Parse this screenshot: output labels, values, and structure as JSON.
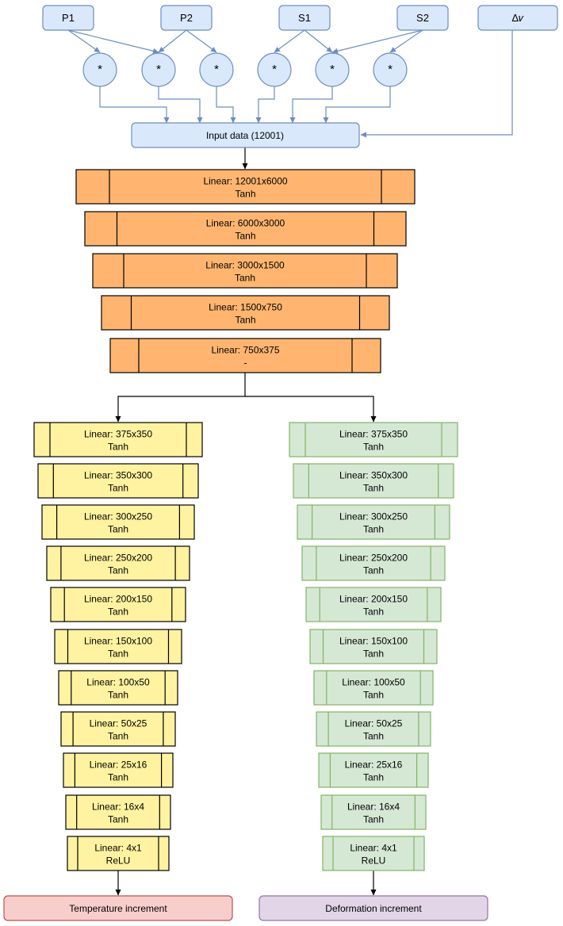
{
  "inputs": {
    "p1": "P1",
    "p2": "P2",
    "s1": "S1",
    "s2": "S2",
    "delta_nu": "Δ𝜈"
  },
  "conv_symbol": "*",
  "input_data": "Input data (12001)",
  "encoder": [
    {
      "line1": "Linear: 12001x6000",
      "line2": "Tanh"
    },
    {
      "line1": "Linear: 6000x3000",
      "line2": "Tanh"
    },
    {
      "line1": "Linear: 3000x1500",
      "line2": "Tanh"
    },
    {
      "line1": "Linear: 1500x750",
      "line2": "Tanh"
    },
    {
      "line1": "Linear: 750x375",
      "line2": "-"
    }
  ],
  "temperature_branch": [
    {
      "line1": "Linear: 375x350",
      "line2": "Tanh"
    },
    {
      "line1": "Linear: 350x300",
      "line2": "Tanh"
    },
    {
      "line1": "Linear: 300x250",
      "line2": "Tanh"
    },
    {
      "line1": "Linear: 250x200",
      "line2": "Tanh"
    },
    {
      "line1": "Linear: 200x150",
      "line2": "Tanh"
    },
    {
      "line1": "Linear: 150x100",
      "line2": "Tanh"
    },
    {
      "line1": "Linear: 100x50",
      "line2": "Tanh"
    },
    {
      "line1": "Linear: 50x25",
      "line2": "Tanh"
    },
    {
      "line1": "Linear: 25x16",
      "line2": "Tanh"
    },
    {
      "line1": "Linear: 16x4",
      "line2": "Tanh"
    },
    {
      "line1": "Linear: 4x1",
      "line2": "ReLU"
    }
  ],
  "deformation_branch": [
    {
      "line1": "Linear: 375x350",
      "line2": "Tanh"
    },
    {
      "line1": "Linear: 350x300",
      "line2": "Tanh"
    },
    {
      "line1": "Linear: 300x250",
      "line2": "Tanh"
    },
    {
      "line1": "Linear: 250x200",
      "line2": "Tanh"
    },
    {
      "line1": "Linear: 200x150",
      "line2": "Tanh"
    },
    {
      "line1": "Linear: 150x100",
      "line2": "Tanh"
    },
    {
      "line1": "Linear: 100x50",
      "line2": "Tanh"
    },
    {
      "line1": "Linear: 50x25",
      "line2": "Tanh"
    },
    {
      "line1": "Linear: 25x16",
      "line2": "Tanh"
    },
    {
      "line1": "Linear: 16x4",
      "line2": "Tanh"
    },
    {
      "line1": "Linear: 4x1",
      "line2": "ReLU"
    }
  ],
  "outputs": {
    "temperature": "Temperature increment",
    "deformation": "Deformation increment"
  },
  "colors": {
    "input_fill": "#dae8fc",
    "input_stroke": "#6c8ebf",
    "encoder_fill": "#ffb570",
    "encoder_stroke": "#000000",
    "temperature_fill": "#fff2a0",
    "temperature_stroke": "#000000",
    "deformation_fill": "#d5e8d4",
    "deformation_stroke": "#82b366",
    "out_temp_fill": "#f8cecc",
    "out_temp_stroke": "#b85450",
    "out_def_fill": "#e1d5e7",
    "out_def_stroke": "#9673a6"
  }
}
